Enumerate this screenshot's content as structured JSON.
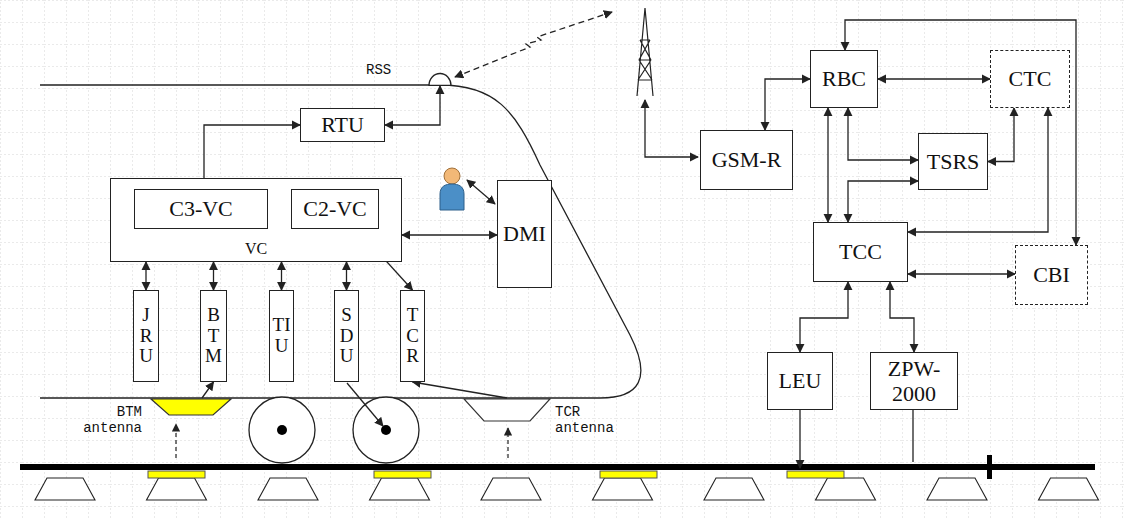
{
  "diagram": {
    "nodes": [
      {
        "text": [
          "VC"
        ]
      },
      {
        "text": [
          "C3-VC"
        ],
        "in": 0
      },
      {
        "text": [
          "C2-VC"
        ],
        "in": 0
      },
      {
        "text": [
          "RTU"
        ]
      },
      {
        "text": [
          "DMI"
        ]
      },
      {
        "text": [
          "JRU"
        ]
      },
      {
        "text": [
          "BTM"
        ]
      },
      {
        "text": [
          "TIU"
        ]
      },
      {
        "text": [
          "SDU"
        ]
      },
      {
        "text": [
          "TCR"
        ]
      },
      {
        "text": [
          "RSS"
        ]
      },
      {
        "text": [
          "BTM antenna"
        ]
      },
      {
        "text": [
          "TCR antenna"
        ]
      },
      {
        "text": [
          "GSM-R"
        ]
      },
      {
        "text": [
          "RBC"
        ]
      },
      {
        "text": [
          "CTC"
        ]
      },
      {
        "text": [
          "TSRS"
        ]
      },
      {
        "text": [
          "TCC"
        ]
      },
      {
        "text": [
          "CBI"
        ]
      },
      {
        "text": [
          "LEU"
        ]
      },
      {
        "text": [
          "ZPW- 2000"
        ]
      }
    ],
    "edges": [
      {
        "from": 1,
        "to": 3,
        "arrow": "both"
      },
      {
        "from": 3,
        "to": 10,
        "arrow": "both"
      },
      {
        "from": 1,
        "to": 2,
        "arrow": "both"
      },
      {
        "from": 0,
        "to": 4,
        "arrow": "both"
      },
      {
        "from": 5,
        "to": 0,
        "arrow": "both"
      },
      {
        "from": 6,
        "to": 0,
        "arrow": "both"
      },
      {
        "from": 7,
        "to": 0,
        "arrow": "both"
      },
      {
        "from": 8,
        "to": 0,
        "arrow": "both"
      },
      {
        "from": 9,
        "to": 2,
        "arrow": "both"
      },
      {
        "from": 11,
        "to": 6,
        "arrow": "to"
      },
      {
        "from": 12,
        "to": 9,
        "arrow": "to"
      },
      {
        "from": 13,
        "to": 14,
        "arrow": "both"
      },
      {
        "from": 14,
        "to": 15,
        "arrow": "both"
      },
      {
        "from": 14,
        "to": 16,
        "arrow": "both"
      },
      {
        "from": 14,
        "to": 17,
        "arrow": "both"
      },
      {
        "from": 17,
        "to": 16,
        "arrow": "both"
      },
      {
        "from": 16,
        "to": 15,
        "arrow": "both"
      },
      {
        "from": 17,
        "to": 15,
        "arrow": "both"
      },
      {
        "from": 14,
        "to": 18,
        "arrow": "both"
      },
      {
        "from": 17,
        "to": 18,
        "arrow": "both"
      },
      {
        "from": 17,
        "to": 19,
        "arrow": "both"
      },
      {
        "from": 17,
        "to": 20,
        "arrow": "both"
      }
    ]
  }
}
